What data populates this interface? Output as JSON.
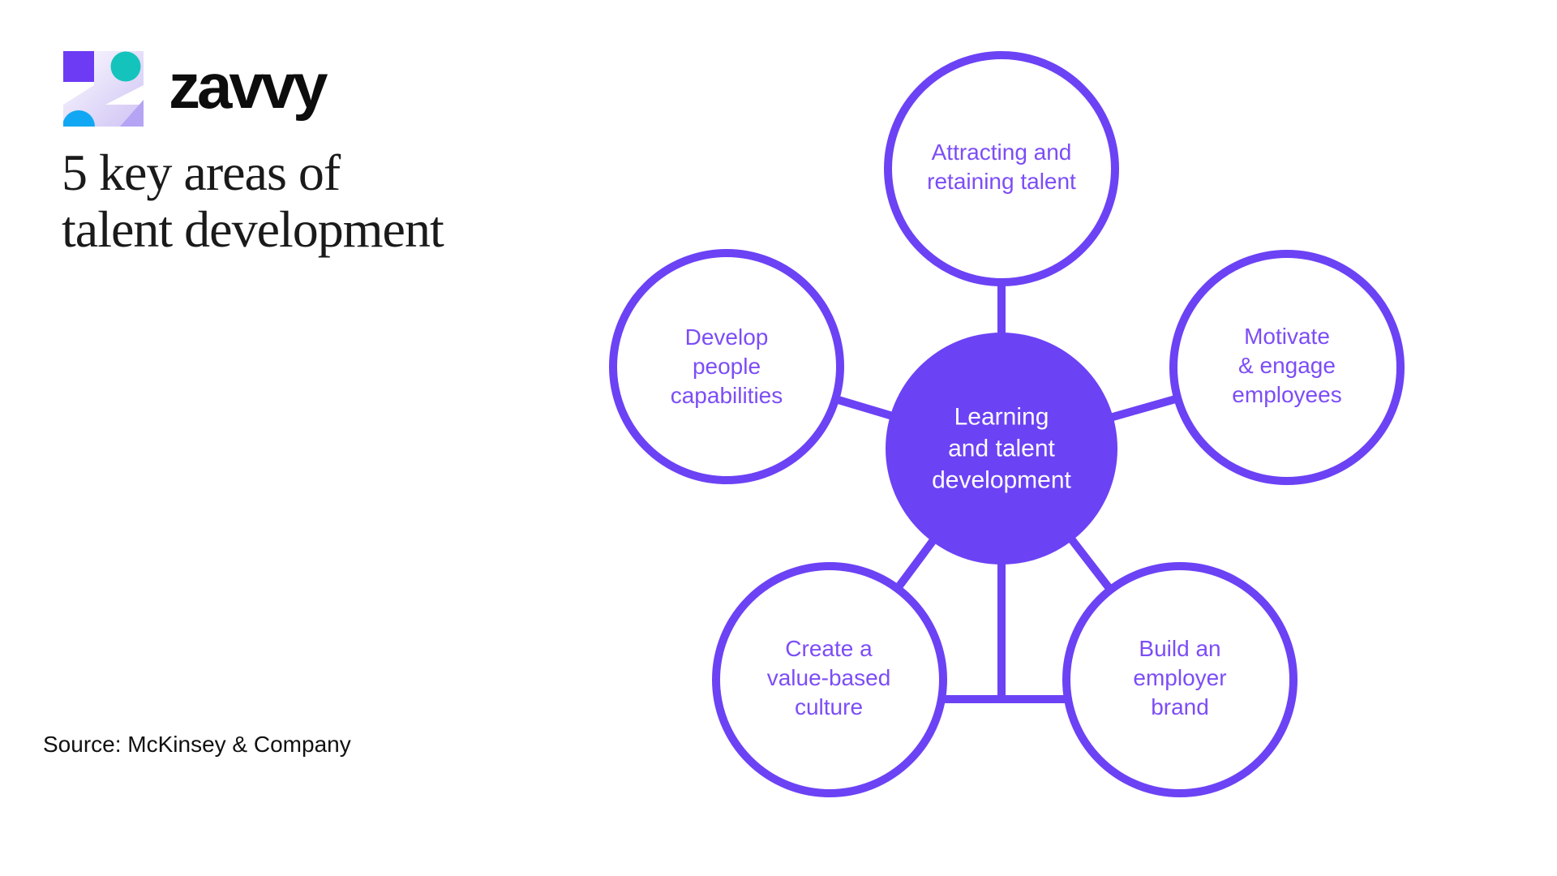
{
  "theme": {
    "purple": "#6C42F5",
    "label-purple": "#7C4DF6",
    "ink": "#1A1A1A",
    "logo-square": "#6C3BF3",
    "logo-teal": "#14C4BC",
    "logo-blue": "#12A7F3",
    "logo-lavender": "#B4A4F3",
    "logo-grad-start": "#FDFCFF",
    "logo-grad-end": "#CEC2F4",
    "background": "#FFFFFF"
  },
  "logo": {
    "wordmark": "zavvy"
  },
  "title": {
    "text": "5 key areas of\ntalent development"
  },
  "source": {
    "text": "Source: McKinsey & Company"
  },
  "diagram": {
    "center": {
      "label": "Learning\nand talent\ndevelopment"
    },
    "nodes": [
      {
        "id": "attracting-retaining-talent",
        "label": "Attracting and\nretaining talent"
      },
      {
        "id": "motivate-engage-employees",
        "label": "Motivate\n& engage\nemployees"
      },
      {
        "id": "build-employer-brand",
        "label": "Build an\nemployer\nbrand"
      },
      {
        "id": "create-value-based-culture",
        "label": "Create a\nvalue-based\nculture"
      },
      {
        "id": "develop-people-capabilities",
        "label": "Develop\npeople\ncapabilities"
      }
    ]
  }
}
